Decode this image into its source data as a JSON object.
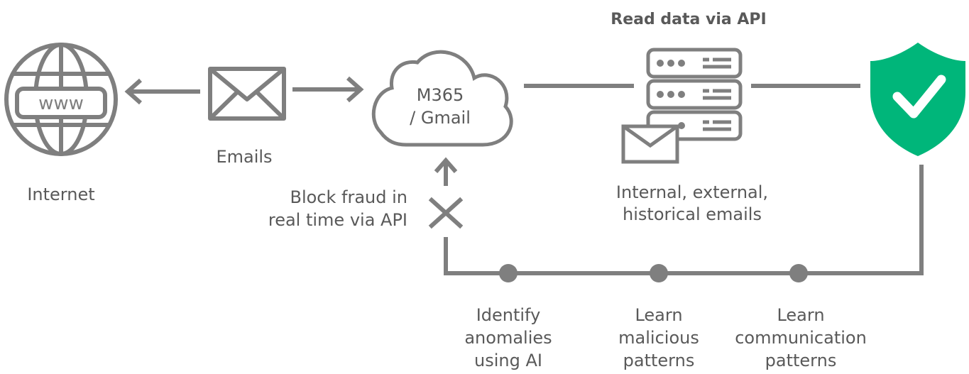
{
  "title": "Read data via API",
  "nodes": {
    "internet": {
      "label": "Internet",
      "icon": "globe-www-icon",
      "icon_text": "www"
    },
    "emails": {
      "label": "Emails",
      "icon": "envelope-icon"
    },
    "cloud": {
      "line1": "M365",
      "line2": "/ Gmail",
      "icon": "cloud-icon"
    },
    "server": {
      "line1": "Internal, external,",
      "line2": "historical emails",
      "icon": "server-with-email-icon"
    },
    "shield": {
      "icon": "shield-check-icon",
      "color": "#00B67A"
    }
  },
  "block": {
    "line1": "Block fraud in",
    "line2": "real time via API"
  },
  "steps": [
    {
      "lines": [
        "Identify",
        "anomalies",
        "using AI"
      ]
    },
    {
      "lines": [
        "Learn",
        "malicious",
        "patterns"
      ]
    },
    {
      "lines": [
        "Learn",
        "communication",
        "patterns"
      ]
    }
  ],
  "colors": {
    "stroke": "#7F7F7F",
    "text": "#595959",
    "accent": "#00B67A"
  }
}
